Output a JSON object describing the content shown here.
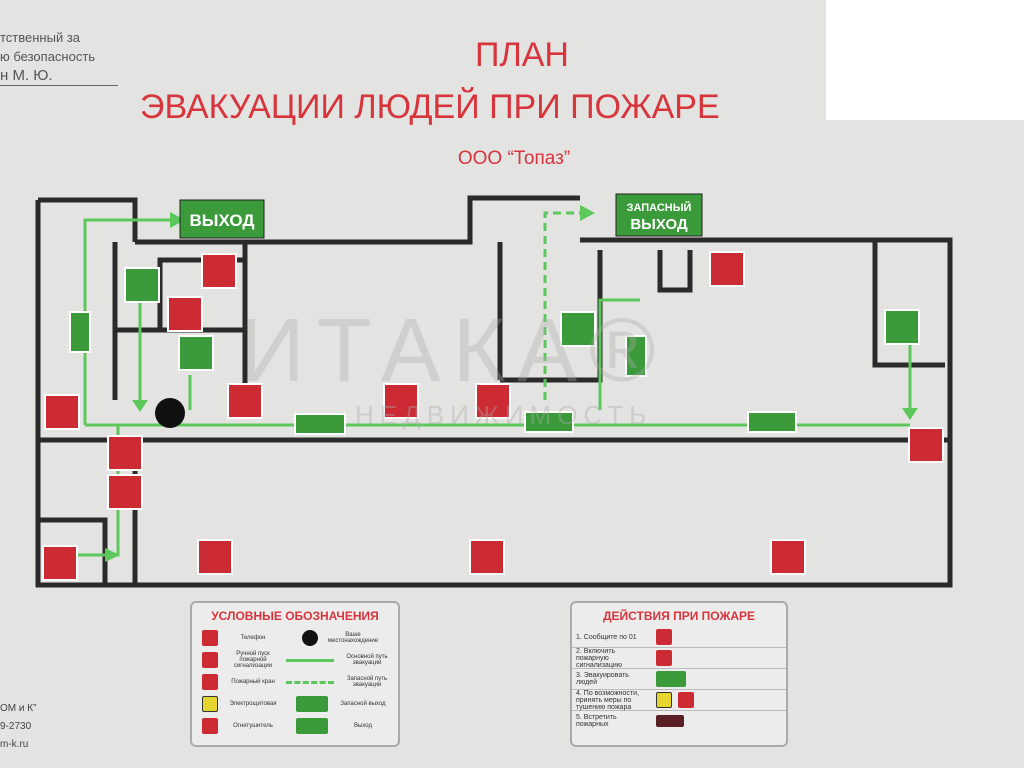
{
  "responsible": {
    "line1": "тственный за",
    "line2": "ю безопасность",
    "line3": "н   М. Ю."
  },
  "title": {
    "line1": "ПЛАН",
    "line2": "ЭВАКУАЦИИ ЛЮДЕЙ ПРИ ПОЖАРЕ",
    "org": "ООО “Топаз”"
  },
  "signs": {
    "exit": "ВЫХОД",
    "spare_exit_1": "ЗАПАСНЫЙ",
    "spare_exit_2": "ВЫХОД"
  },
  "watermark": {
    "brand": "ИТАКА®",
    "sub": "НЕДВИЖИМОСТЬ"
  },
  "legend": {
    "title": "УСЛОВНЫЕ ОБОЗНАЧЕНИЯ",
    "items": [
      {
        "label": "Телефон",
        "label2": "Ваше местонахождение"
      },
      {
        "label": "Ручной пуск пожарной сигнализации",
        "label2": "Основной путь эвакуации"
      },
      {
        "label": "Пожарный кран",
        "label2": "Запасной путь эвакуации"
      },
      {
        "label": "Электрощитовая",
        "label2": "Запасной выход"
      },
      {
        "label": "Огнетушитель",
        "label2": "Выход"
      }
    ]
  },
  "actions": {
    "title": "ДЕЙСТВИЯ ПРИ ПОЖАРЕ",
    "steps": [
      "1. Сообщите по 01",
      "2. Включить пожарную сигнализацию",
      "3. Эвакуировать людей",
      "4. По возможности, принять меры по тушению пожара",
      "5. Встретить пожарных"
    ]
  },
  "vendor": {
    "line1": "ОМ и К”",
    "line2": "9-2730",
    "line3": "m-k.ru"
  },
  "colors": {
    "title": "#d8343c",
    "path": "#5cc85c",
    "wall": "#2a2a2a",
    "sign_red": "#cc2b34",
    "sign_green": "#3b9b3b"
  }
}
